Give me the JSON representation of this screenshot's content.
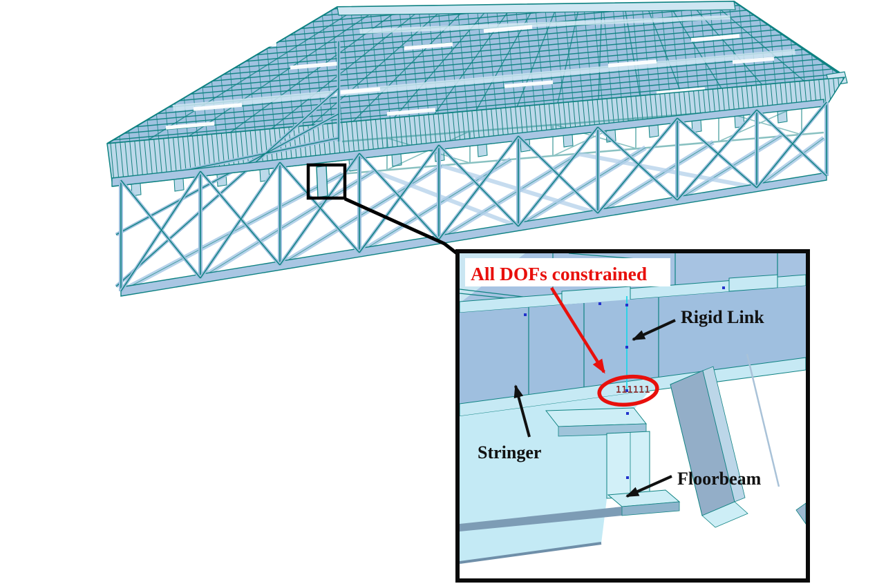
{
  "figure": {
    "kind": "FEA bridge model annotation figure",
    "background": "#ffffff",
    "colors": {
      "wireframe_teal": "#0e8282",
      "member_blue": "#a4c4e2",
      "light_cyan": "#c9ecf6",
      "deck_blue": "#a0c0de",
      "annotation_red": "#e8100c",
      "annotation_black": "#111111",
      "rigid_link_cyan": "#22d4e8",
      "node_blue": "#2233cc"
    }
  },
  "inset": {
    "labels": {
      "constraint": "All DOFs constrained",
      "rigid_link": "Rigid Link",
      "stringer": "Stringer",
      "floorbeam": "Floorbeam"
    },
    "constraint_ticks": "111111"
  }
}
